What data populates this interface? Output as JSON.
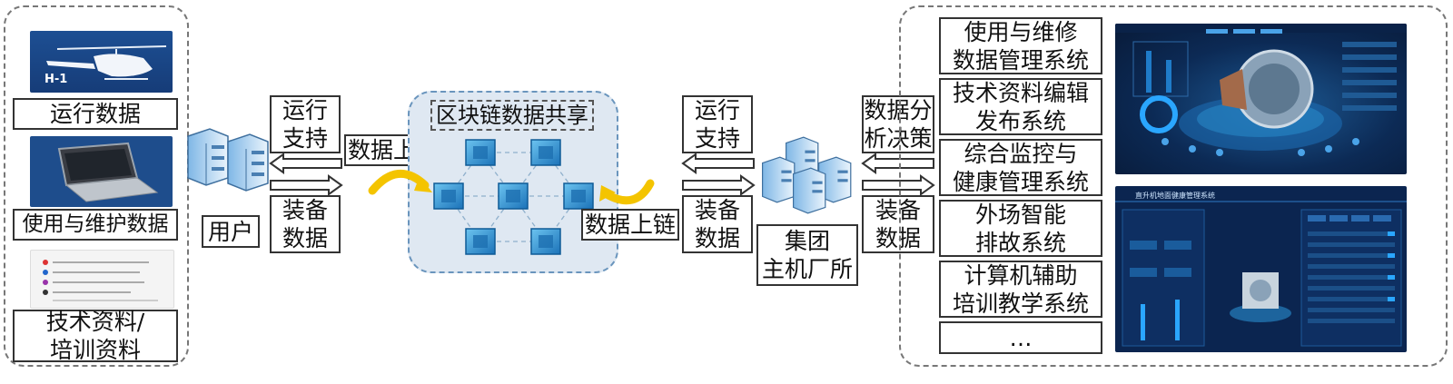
{
  "left_panel": {
    "helicopter_tag": "H-1",
    "items": [
      "运行数据",
      "使用与维护数据",
      "技术资料/\n培训资料"
    ]
  },
  "user_label": "用户",
  "left_arrows": {
    "top_label": "运行\n支持",
    "bottom_label": "装备\n数据",
    "chain_label": "数据上链"
  },
  "chain": {
    "title": "区块链数据共享",
    "right_chain_label": "数据上链"
  },
  "middle_arrows": {
    "top_label": "运行\n支持",
    "bottom_label": "装备\n数据"
  },
  "group_label": "集团\n主机厂所",
  "right_arrows": {
    "top_label": "数据分\n析决策",
    "bottom_label": "装备\n数据"
  },
  "systems": [
    "使用与维修\n数据管理系统",
    "技术资料编辑\n发布系统",
    "综合监控与\n健康管理系统",
    "外场智能\n排故系统",
    "计算机辅助\n培训教学系统",
    "…"
  ],
  "screens": {
    "bottom_title": "直升机地面健康管理系统"
  },
  "colors": {
    "chain_fill": "#dfe8f2",
    "node_blue": "#2a8fd0",
    "curve_yellow": "#f4c400",
    "screen_bg": "#0c2a55"
  }
}
